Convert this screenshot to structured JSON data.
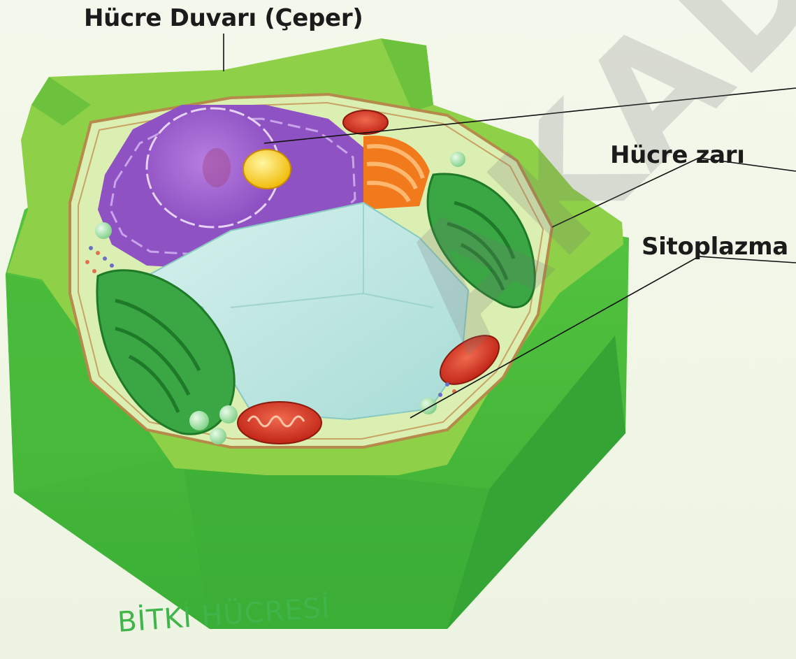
{
  "labels": {
    "cell_wall": "Hücre Duvarı (Çeper)",
    "cell_membrane": "Hücre zarı",
    "cytoplasm": "Sitoplazma"
  },
  "caption": "BİTKİ HÜCRESİ",
  "watermark": "AKADEMİ",
  "colors": {
    "wall_top": "#9bd84a",
    "wall_side": "#4cbf3c",
    "wall_dark": "#2f9a30",
    "cytoplasm": "#dff0b8",
    "membrane": "#b58a4a",
    "nucleus": "#9a5bc9",
    "nucleolus": "#f5c400",
    "vacuole": "#bfe6e1",
    "chloroplast": "#3aa644",
    "mitochondria": "#d8331f",
    "golgi": "#f07a1c"
  }
}
